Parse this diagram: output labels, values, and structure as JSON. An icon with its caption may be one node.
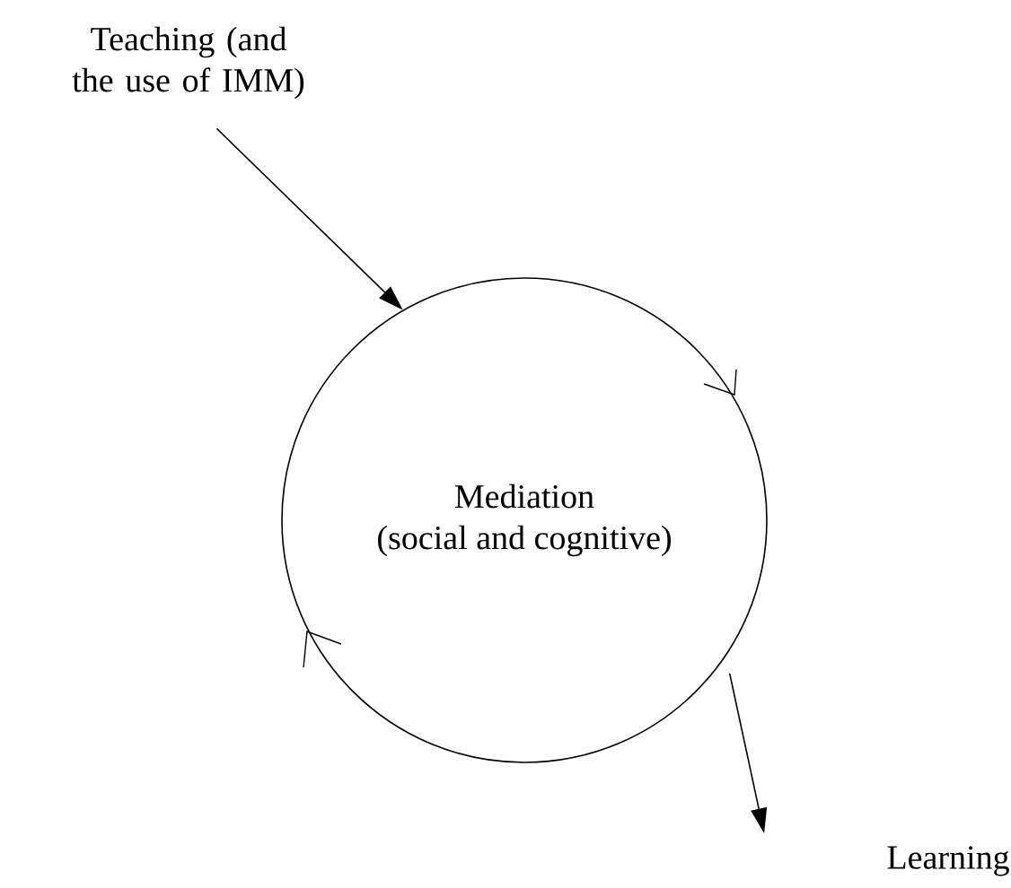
{
  "diagram": {
    "nodes": [
      {
        "text": [
          "Teaching (and the use of IMM)"
        ]
      },
      {
        "text": [
          "Mediation",
          "(social and cognitive)"
        ]
      },
      {
        "text": [
          "Learning"
        ]
      }
    ],
    "edges": [
      {
        "from": 0,
        "to": 1,
        "arrow": "to"
      },
      {
        "from": 1,
        "to": 2,
        "arrow": "to"
      }
    ]
  }
}
